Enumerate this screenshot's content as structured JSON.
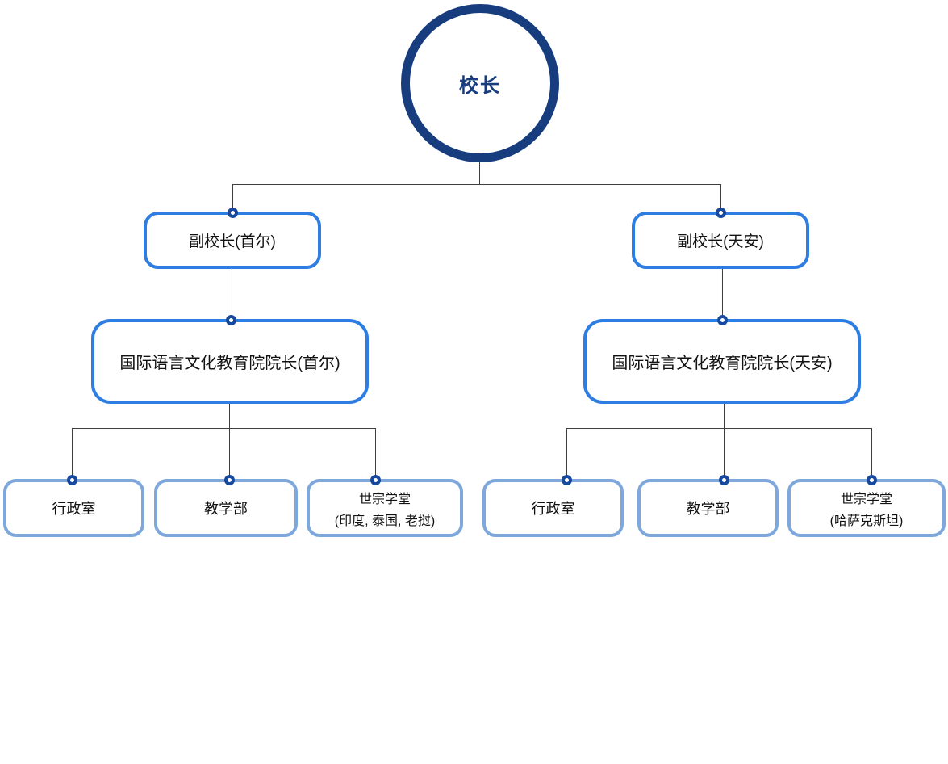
{
  "org_chart": {
    "root": {
      "label": "校长"
    },
    "branches": [
      {
        "vice": {
          "label": "副校长(首尔)"
        },
        "director": {
          "label": "国际语言文化教育院院长(首尔)"
        },
        "departments": [
          {
            "label": "行政室"
          },
          {
            "label": "教学部"
          },
          {
            "label": "世宗学堂",
            "sublabel": "(印度, 泰国, 老挝)"
          }
        ]
      },
      {
        "vice": {
          "label": "副校长(天安)"
        },
        "director": {
          "label": "国际语言文化教育院院长(天安)"
        },
        "departments": [
          {
            "label": "行政室"
          },
          {
            "label": "教学部"
          },
          {
            "label": "世宗学堂",
            "sublabel": "(哈萨克斯坦)"
          }
        ]
      }
    ],
    "colors": {
      "navy": "#173d7e",
      "dot_ring": "#174a9e",
      "bright_blue_border": "#2e7de3",
      "light_blue_border": "#7ea8dc",
      "connector_line": "#3f3f3f",
      "text": "#121212",
      "background": "#ffffff"
    }
  }
}
